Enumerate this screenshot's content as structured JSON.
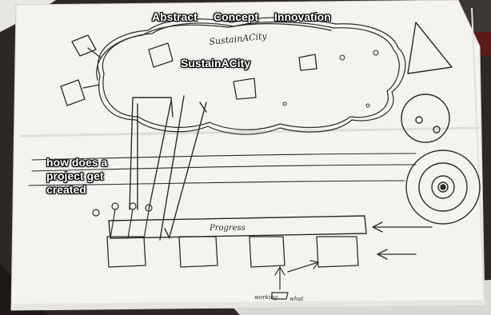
{
  "labels": {
    "abstract": "Abstract",
    "concept": "Concept",
    "innovation": "Innovation",
    "sustainacity": "SustainACity",
    "how_line1": "how does a",
    "how_line2": "project get",
    "how_line3": "created"
  },
  "sketch": {
    "cloud_scribble": "SustainACity",
    "progress_bar_text": "Progress",
    "bottom_note_left": "working",
    "bottom_note_right": "what"
  },
  "colors": {
    "paper": "#f3f2ee",
    "ink": "#2b2b2b",
    "background": "#2a2622",
    "label_text": "#ffffff"
  },
  "icons": [
    "cloud-sketch",
    "triangle-sketch",
    "circle-sketch",
    "target-sketch",
    "progress-bar-sketch",
    "box-sketch"
  ]
}
